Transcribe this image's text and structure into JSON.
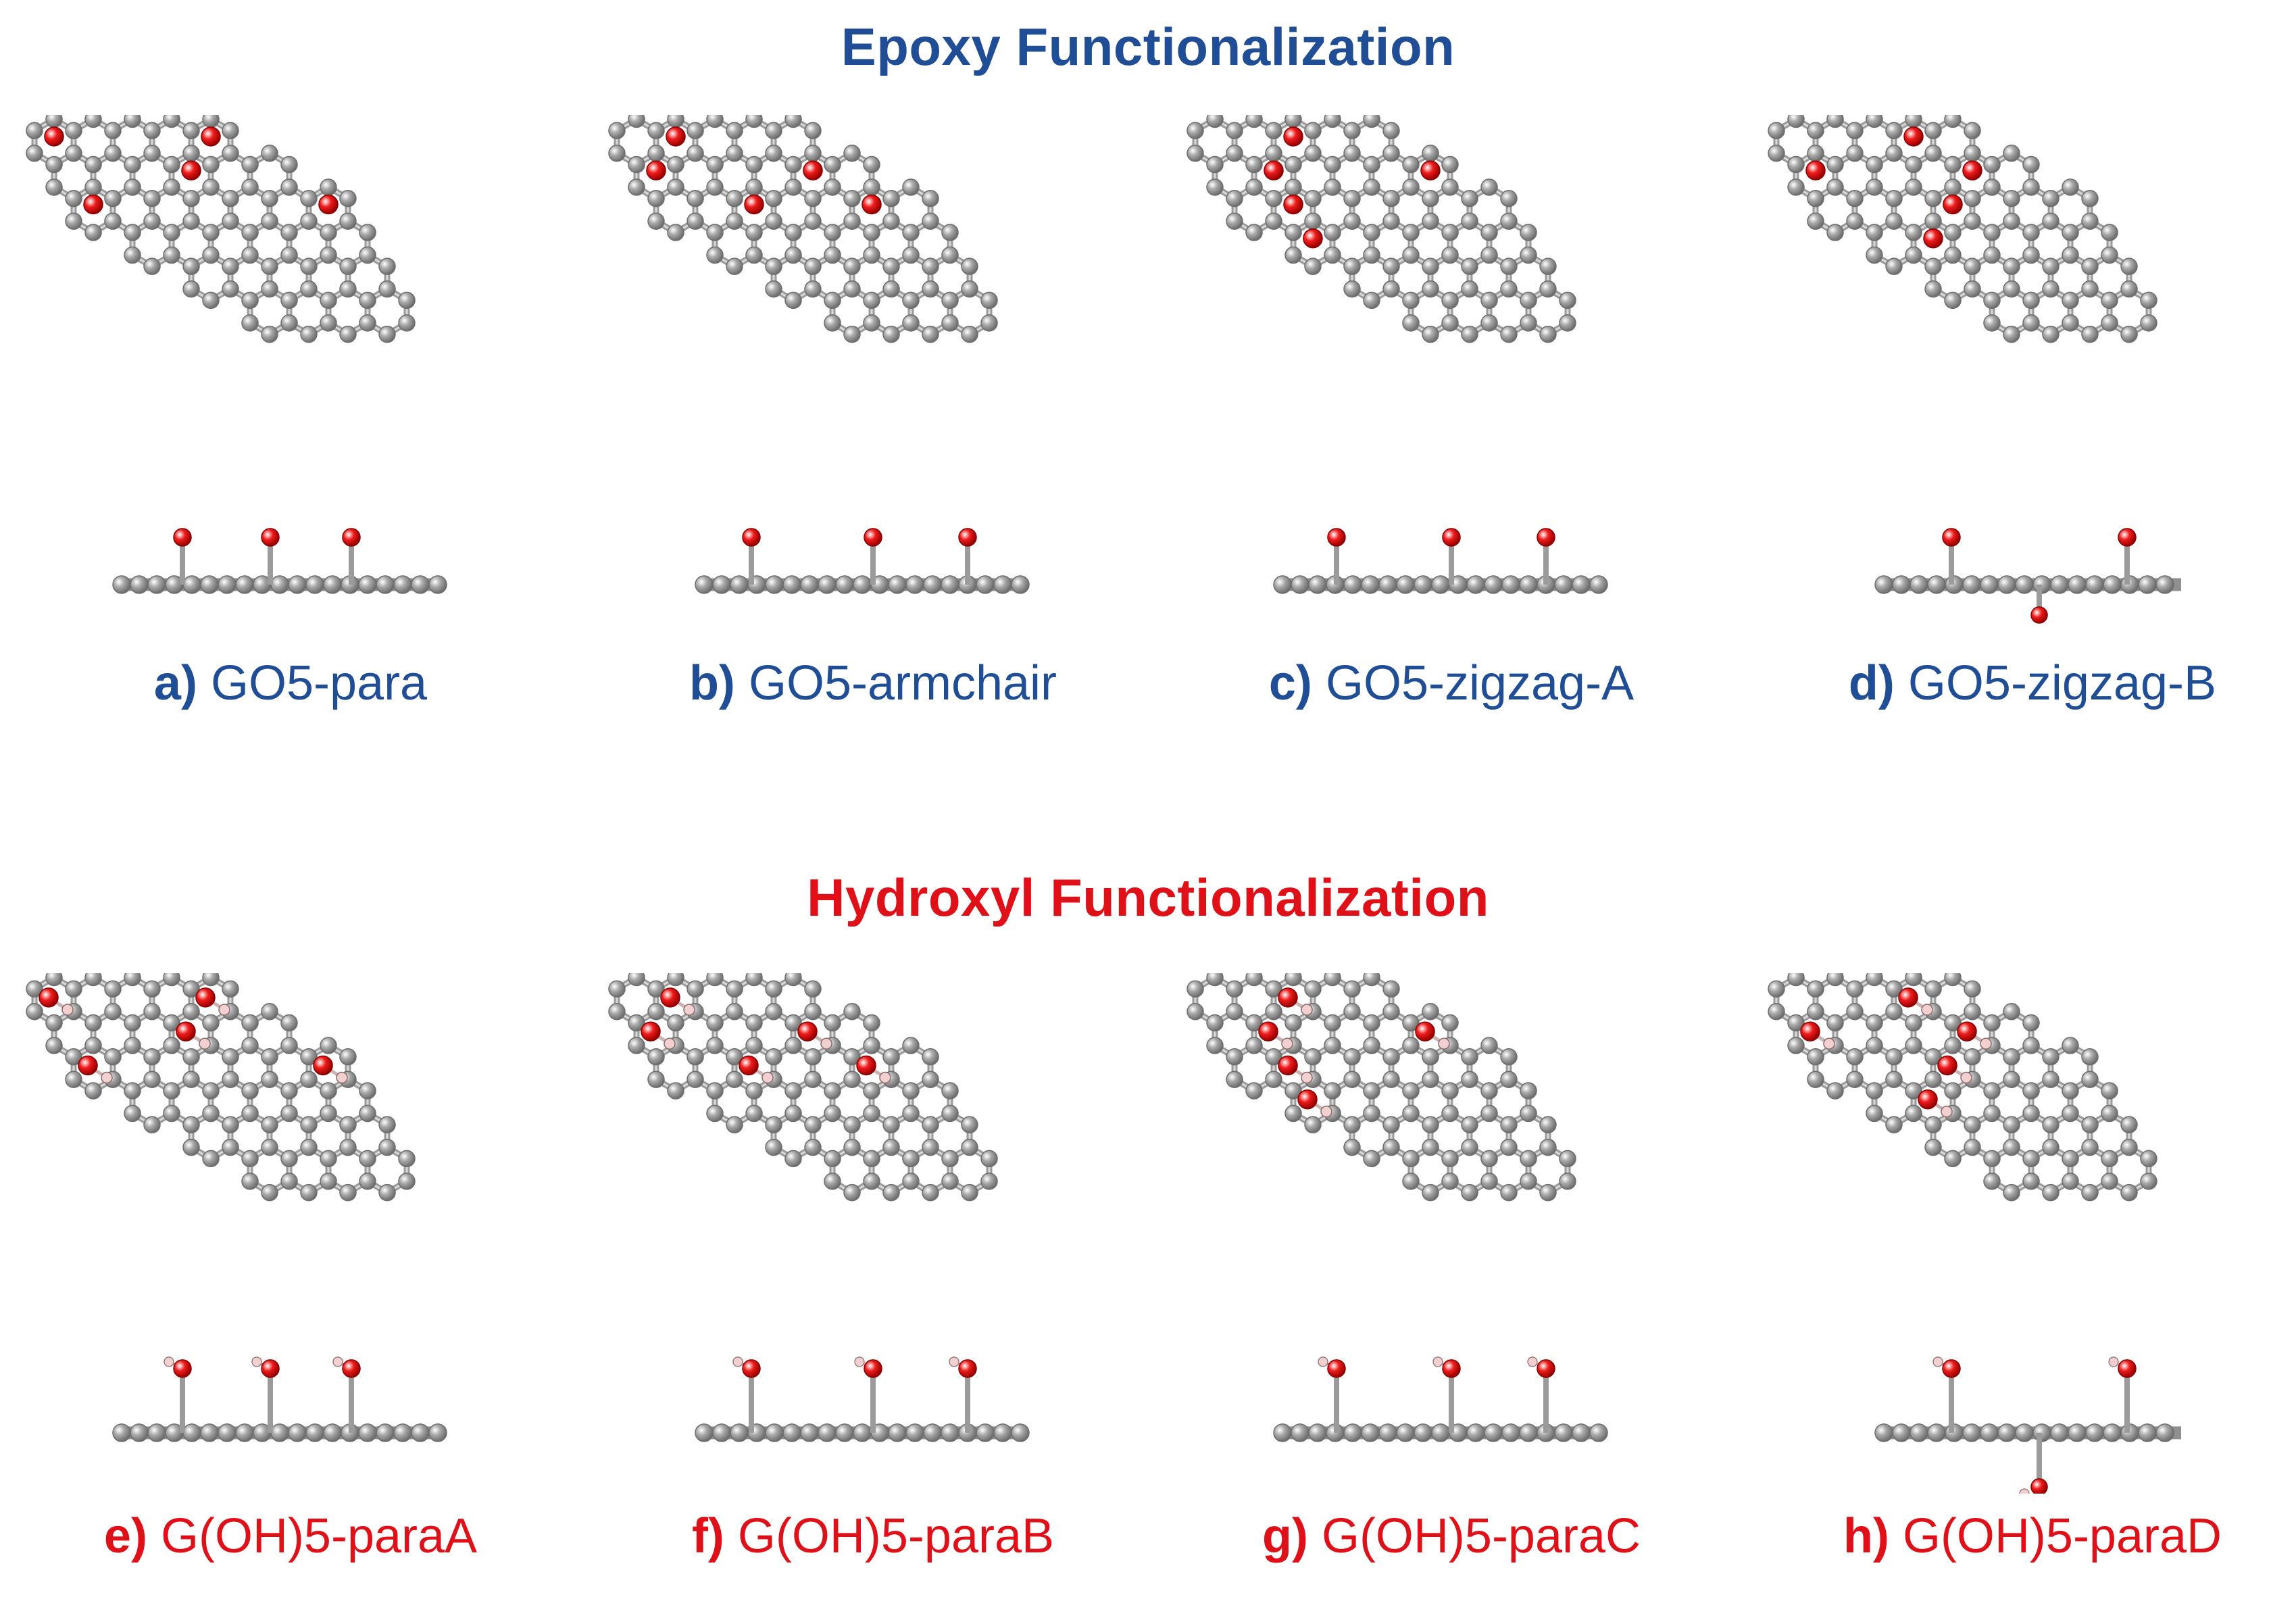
{
  "colors": {
    "epoxy": "#1f4e96",
    "hydroxyl": "#e01018",
    "carbon": "#a9a9a9",
    "carbon_stroke": "#6e6e6e",
    "oxygen": "#ee1c1c",
    "hydrogen": "#f2d0d0"
  },
  "epoxy": {
    "title": "Epoxy Functionalization",
    "panels": [
      {
        "letter": "a)",
        "name": "GO5-para",
        "variant": "para"
      },
      {
        "letter": "b)",
        "name": "GO5-armchair",
        "variant": "armchair"
      },
      {
        "letter": "c)",
        "name": "GO5-zigzag-A",
        "variant": "zigzagA"
      },
      {
        "letter": "d)",
        "name": "GO5-zigzag-B",
        "variant": "zigzagB"
      }
    ]
  },
  "hydroxyl": {
    "title": "Hydroxyl Functionalization",
    "panels": [
      {
        "letter": "e)",
        "name": "G(OH)5-paraA",
        "variant": "A"
      },
      {
        "letter": "f)",
        "name": "G(OH)5-paraB",
        "variant": "B"
      },
      {
        "letter": "g)",
        "name": "G(OH)5-paraC",
        "variant": "C"
      },
      {
        "letter": "h)",
        "name": "G(OH)5-paraD",
        "variant": "D"
      }
    ]
  },
  "atom_icon": "carbon-atom-icon"
}
